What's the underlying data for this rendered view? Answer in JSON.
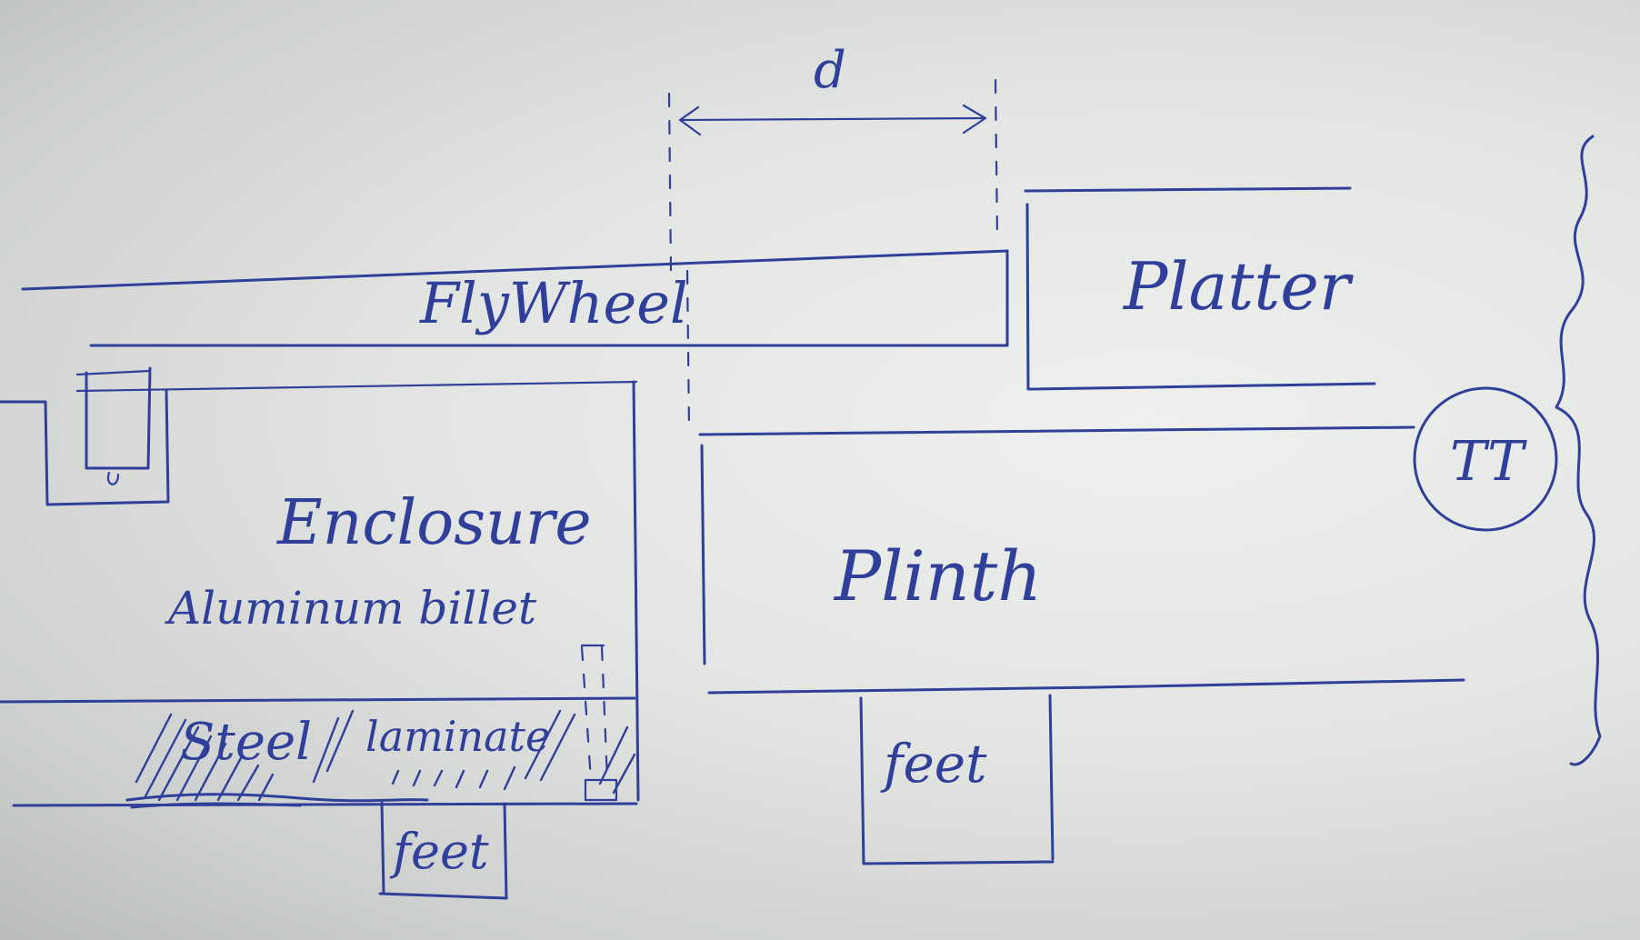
{
  "labels": {
    "dimension": "d",
    "flywheel": "FlyWheel",
    "platter": "Platter",
    "tt": "TT",
    "enclosure": "Enclosure",
    "material": "Aluminum billet",
    "steel": "Steel",
    "laminate": "laminate",
    "feet_left": "feet",
    "plinth": "Plinth",
    "feet_right": "feet"
  },
  "colors": {
    "ink": "#2f3f9a",
    "paper": "#e6e8e6"
  }
}
